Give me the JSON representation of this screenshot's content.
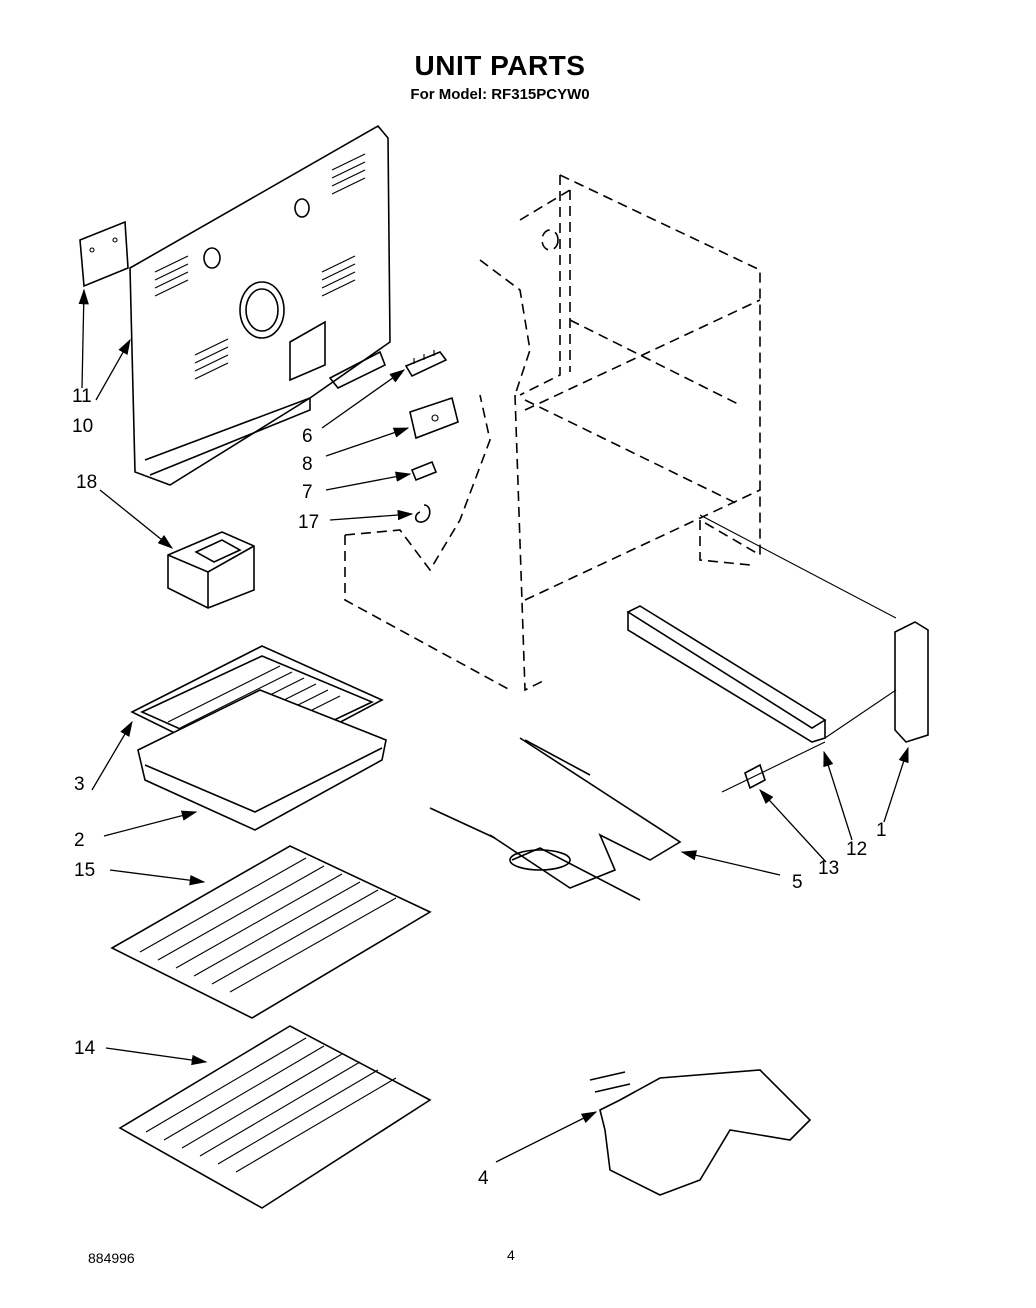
{
  "header": {
    "title": "UNIT PARTS",
    "subtitle": "For Model: RF315PCYW0"
  },
  "footer": {
    "doc_number": "884996",
    "page_number": "4"
  },
  "callouts": {
    "c1": "1",
    "c2": "2",
    "c3": "3",
    "c4": "4",
    "c5": "5",
    "c6": "6",
    "c7": "7",
    "c8": "8",
    "c10": "10",
    "c11": "11",
    "c12": "12",
    "c13": "13",
    "c14": "14",
    "c15": "15",
    "c17": "17",
    "c18": "18"
  }
}
